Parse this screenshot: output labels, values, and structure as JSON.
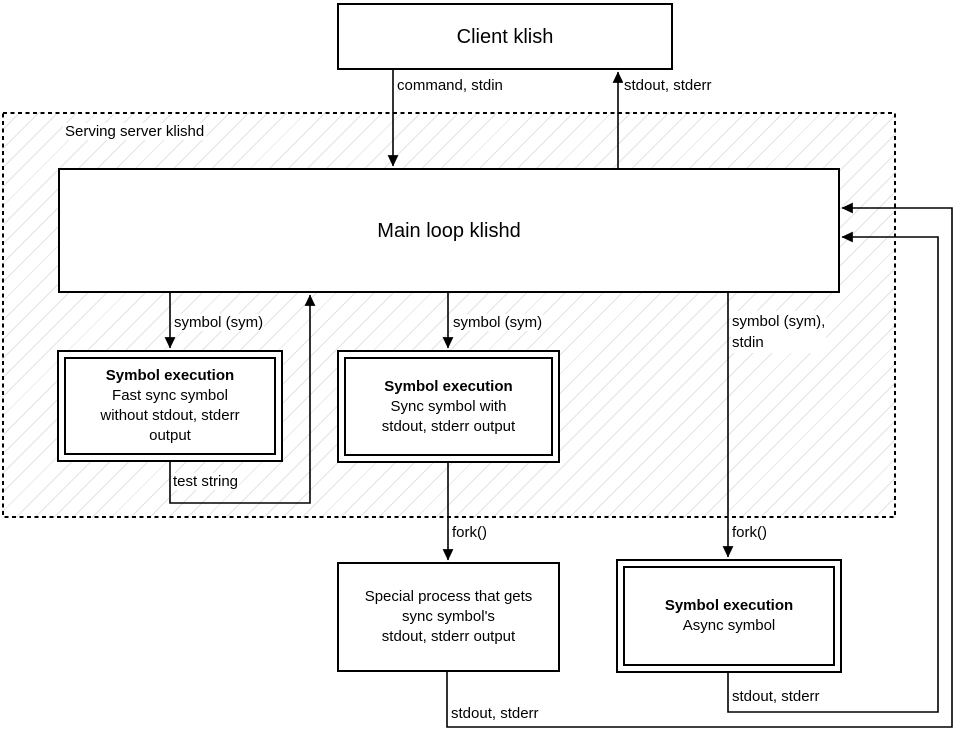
{
  "nodes": {
    "client": {
      "title": "Client klish"
    },
    "server_group": {
      "label": "Serving server klishd"
    },
    "main_loop": {
      "title": "Main loop klishd"
    },
    "fast_sync": {
      "title": "Symbol execution",
      "line1": "Fast sync symbol",
      "line2": "without stdout, stderr",
      "line3": "output"
    },
    "sync": {
      "title": "Symbol execution",
      "line1": "Sync symbol with",
      "line2": "stdout, stderr output"
    },
    "special_process": {
      "line1": "Special process that gets",
      "line2": "sync symbol's",
      "line3": "stdout, stderr output"
    },
    "async": {
      "title": "Symbol execution",
      "line1": "Async symbol"
    }
  },
  "edges": {
    "command": {
      "label": "command, stdin"
    },
    "stdout_top": {
      "label": "stdout, stderr"
    },
    "sym_left": {
      "label": "symbol (sym)"
    },
    "sym_mid": {
      "label": "symbol (sym)"
    },
    "sym_right": {
      "line1": "symbol (sym),",
      "line2": "stdin"
    },
    "test_string": {
      "label": "test string"
    },
    "fork_mid": {
      "label": "fork()"
    },
    "fork_right": {
      "label": "fork()"
    },
    "stdout_special": {
      "label": "stdout, stderr"
    },
    "stdout_async": {
      "label": "stdout, stderr"
    }
  },
  "colors": {
    "stroke": "#000000",
    "background": "#ffffff",
    "hatch_line": "#e3e3e3"
  }
}
